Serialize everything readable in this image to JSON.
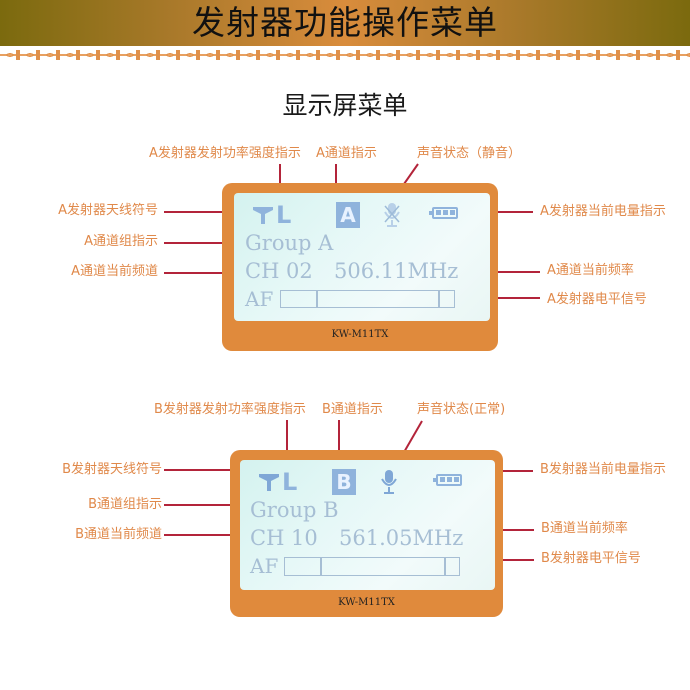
{
  "header": {
    "title": "发射器功能操作菜单"
  },
  "subtitle": "显示屏菜单",
  "colors": {
    "frame": "#e08a3c",
    "label": "#e0894a",
    "arrow": "#b3243a",
    "lcd": "#a6bed4",
    "lcd_icon": "#8fb3dc"
  },
  "panel_a": {
    "labels": {
      "power": "A发射器发射功率强度指示",
      "channel": "A通道指示",
      "sound": "声音状态（静音）",
      "antenna": "A发射器天线符号",
      "battery": "A发射器当前电量指示",
      "group": "A通道组指示",
      "frequency": "A通道当前频率",
      "channel_no": "A通道当前频道",
      "af_level": "A发射器电平信号"
    },
    "screen": {
      "power_level": "L",
      "channel_letter": "A",
      "mic_state": "muted",
      "group_text": "Group A",
      "ch_text": "CH 02",
      "freq_text": "506.11MHz",
      "af_text": "AF"
    },
    "model": "KW-M11TX"
  },
  "panel_b": {
    "labels": {
      "power": "B发射器发射功率强度指示",
      "channel": "B通道指示",
      "sound": "声音状态(正常)",
      "antenna": "B发射器天线符号",
      "battery": "B发射器当前电量指示",
      "group": "B通道组指示",
      "frequency": "B通道当前频率",
      "channel_no": "B通道当前频道",
      "af_level": "B发射器电平信号"
    },
    "screen": {
      "power_level": "L",
      "channel_letter": "B",
      "mic_state": "normal",
      "group_text": "Group B",
      "ch_text": "CH 10",
      "freq_text": "561.05MHz",
      "af_text": "AF"
    },
    "model": "KW-M11TX"
  }
}
